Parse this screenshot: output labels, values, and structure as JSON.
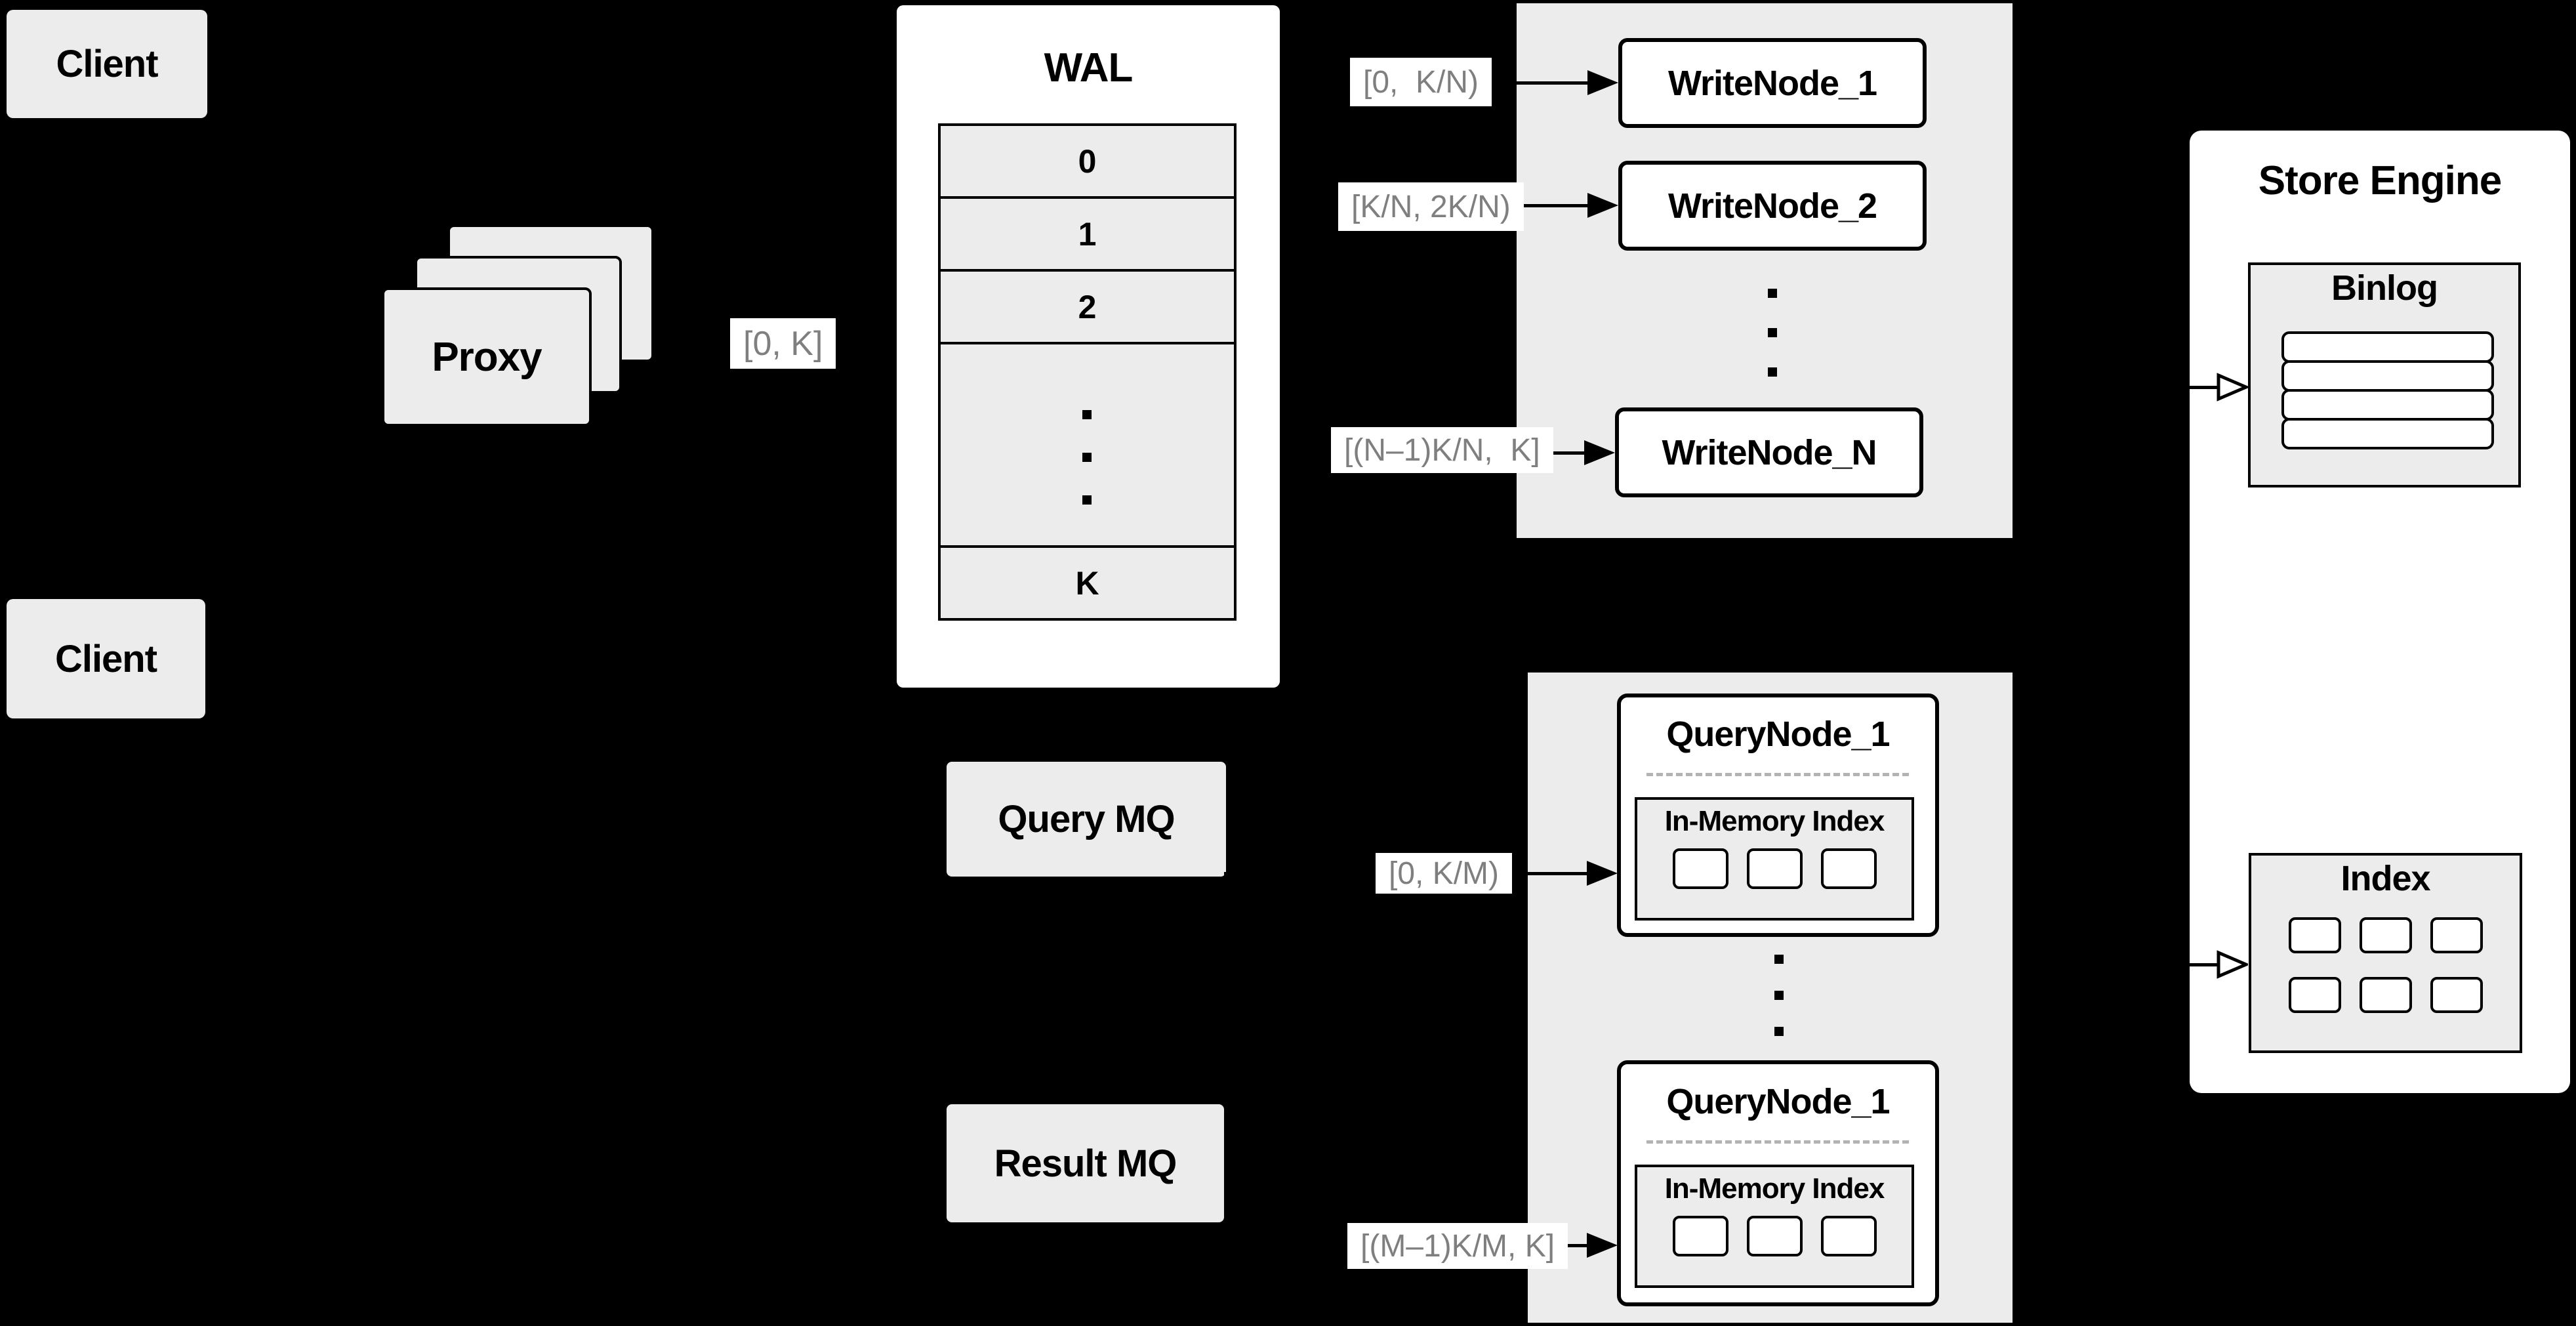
{
  "colors": {
    "background": "#000000",
    "panel_gray": "#ececec",
    "box_white": "#ffffff",
    "line_black": "#000000",
    "label_gray": "#7f7f7f",
    "dash_gray": "#b3b3b3"
  },
  "clients": {
    "top": "Client",
    "middle": "Client"
  },
  "proxy": {
    "label": "Proxy",
    "range_label": "[0, K]"
  },
  "wal": {
    "title": "WAL",
    "rows": [
      "0",
      "1",
      "2"
    ],
    "last_row": "K"
  },
  "write": {
    "labels": [
      "[0,  K/N)",
      "[K/N, 2K/N)",
      "[(N–1)K/N,  K]"
    ],
    "nodes": [
      "WriteNode_1",
      "WriteNode_2",
      "WriteNode_N"
    ]
  },
  "mq": {
    "query": "Query MQ",
    "result": "Result MQ"
  },
  "query": {
    "labels": [
      "[0, K/M)",
      "[(M–1)K/M, K]"
    ],
    "nodes": [
      {
        "title": "QueryNode_1",
        "inner_title": "In-Memory Index"
      },
      {
        "title": "QueryNode_1",
        "inner_title": "In-Memory Index"
      }
    ]
  },
  "store": {
    "title": "Store Engine",
    "binlog_title": "Binlog",
    "index_title": "Index"
  }
}
